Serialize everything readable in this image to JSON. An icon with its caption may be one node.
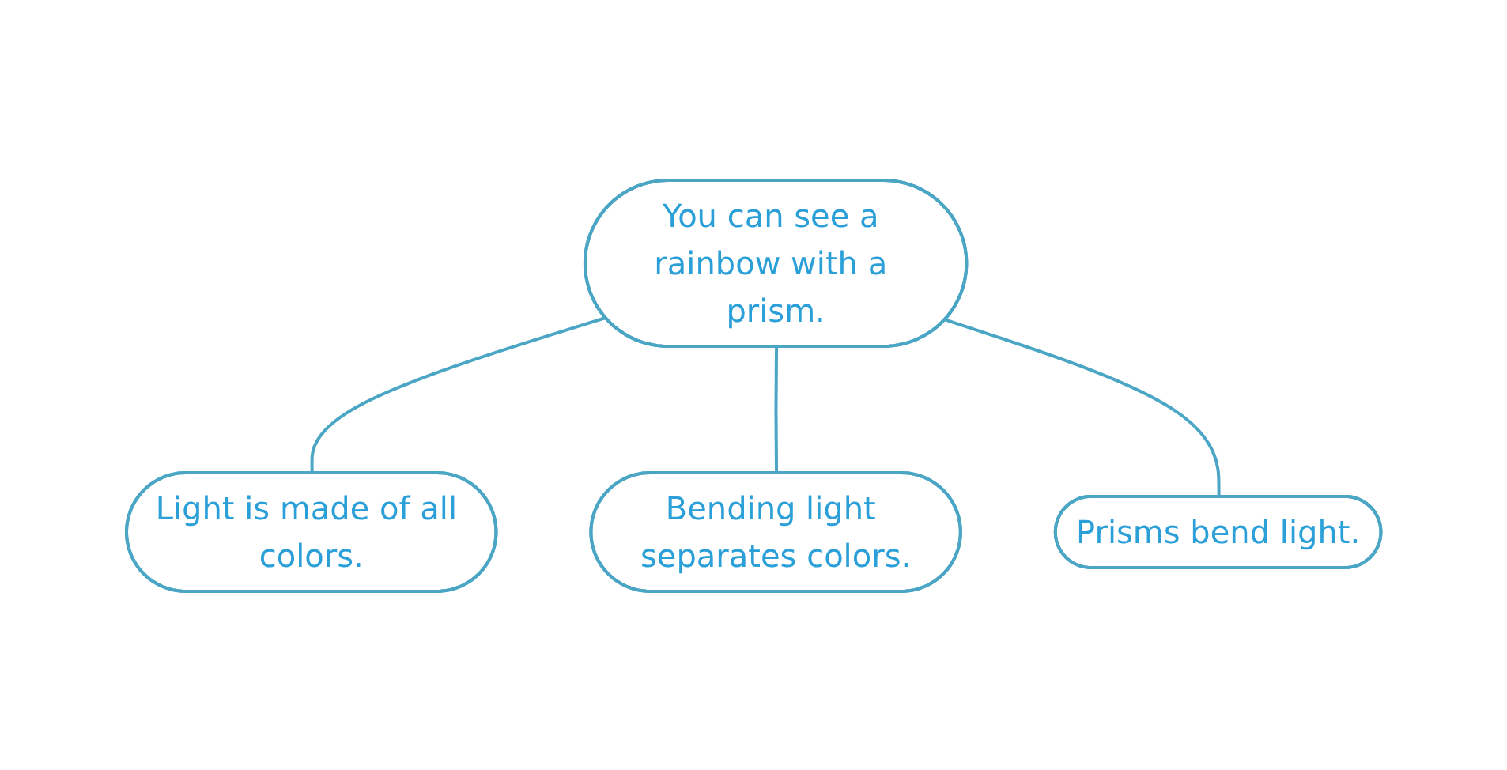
{
  "diagram": {
    "nodes": [
      {
        "text": [
          "You can see a rainbow with a prism."
        ]
      },
      {
        "text": [
          "Light is made of all colors."
        ]
      },
      {
        "text": [
          "Bending light separates colors."
        ]
      },
      {
        "text": [
          "Prisms bend light."
        ]
      }
    ],
    "edges": [
      {
        "from": 0,
        "to": 1,
        "arrow": "none"
      },
      {
        "from": 0,
        "to": 2,
        "arrow": "none"
      },
      {
        "from": 0,
        "to": 3,
        "arrow": "none"
      }
    ]
  }
}
